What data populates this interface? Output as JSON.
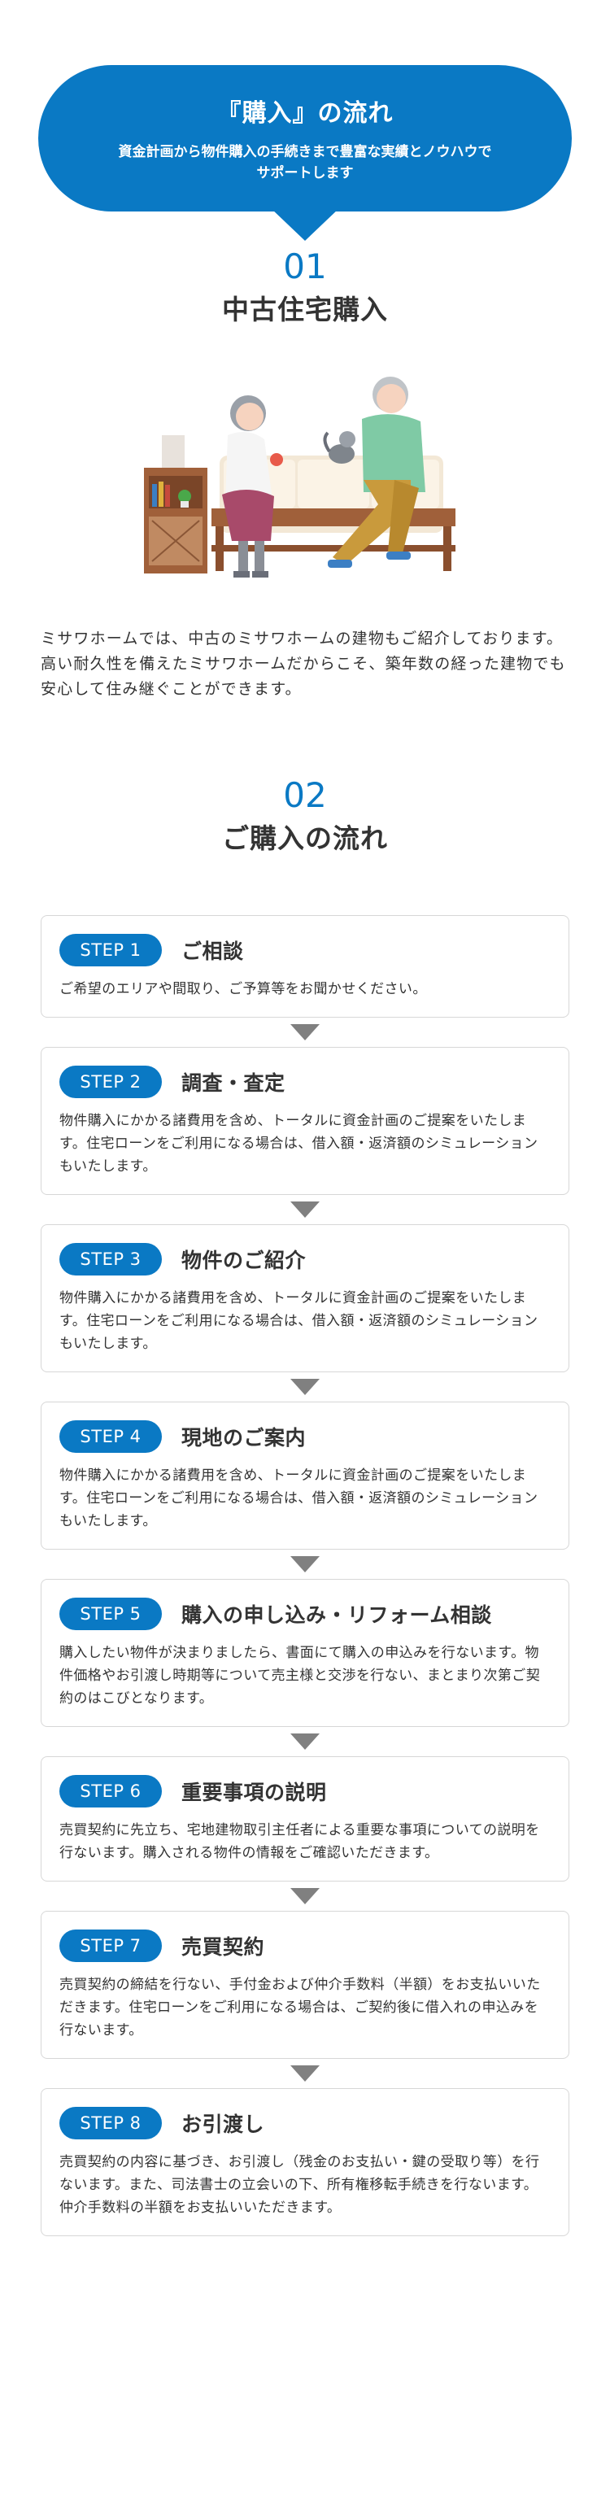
{
  "hero": {
    "title": "『購入』の流れ",
    "subtitle_line1": "資金計画から物件購入の手続きまで豊富な実績とノウハウで",
    "subtitle_line2": "サポートします",
    "color": "#0a79c4"
  },
  "section1": {
    "number": "01",
    "title": "中古住宅購入",
    "intro": "ミサワホームでは、中古のミサワホームの建物もご紹介しております。高い耐久性を備えたミサワホームだからこそ、築年数の経った建物でも安心して住み継ぐことができます。"
  },
  "section2": {
    "number": "02",
    "title": "ご購入の流れ"
  },
  "steps": [
    {
      "badge": "STEP 1",
      "title": "ご相談",
      "desc": "ご希望のエリアや間取り、ご予算等をお聞かせください。"
    },
    {
      "badge": "STEP 2",
      "title": "調査・査定",
      "desc": "物件購入にかかる諸費用を含め、トータルに資金計画のご提案をいたします。住宅ローンをご利用になる場合は、借入額・返済額のシミュレーションもいたします。"
    },
    {
      "badge": "STEP 3",
      "title": "物件のご紹介",
      "desc": "物件購入にかかる諸費用を含め、トータルに資金計画のご提案をいたします。住宅ローンをご利用になる場合は、借入額・返済額のシミュレーションもいたします。"
    },
    {
      "badge": "STEP 4",
      "title": "現地のご案内",
      "desc": "物件購入にかかる諸費用を含め、トータルに資金計画のご提案をいたします。住宅ローンをご利用になる場合は、借入額・返済額のシミュレーションもいたします。"
    },
    {
      "badge": "STEP 5",
      "title": "購入の申し込み・リフォーム相談",
      "desc": "購入したい物件が決まりましたら、書面にて購入の申込みを行ないます。物件価格やお引渡し時期等について売主様と交渉を行ない、まとまり次第ご契約のはこびとなります。"
    },
    {
      "badge": "STEP 6",
      "title": "重要事項の説明",
      "desc": "売買契約に先立ち、宅地建物取引主任者による重要な事項についての説明を行ないます。購入される物件の情報をご確認いただきます。"
    },
    {
      "badge": "STEP 7",
      "title": "売買契約",
      "desc": "売買契約の締結を行ない、手付金および仲介手数料（半額）をお支払いいただきます。住宅ローンをご利用になる場合は、ご契約後に借入れの申込みを行ないます。"
    },
    {
      "badge": "STEP 8",
      "title": "お引渡し",
      "desc": "売買契約の内容に基づき、お引渡し（残金のお支払い・鍵の受取り等）を行ないます。また、司法書士の立会いの下、所有権移転手続きを行ないます。仲介手数料の半額をお支払いいただきます。"
    }
  ]
}
